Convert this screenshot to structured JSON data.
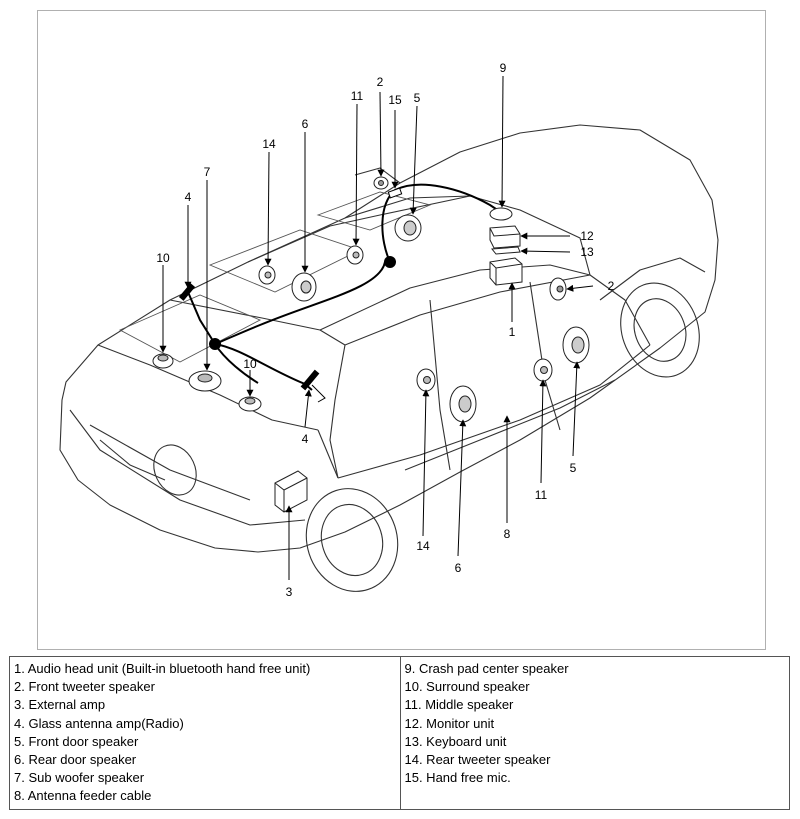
{
  "callouts": [
    {
      "id": "c2a",
      "text": "2"
    },
    {
      "id": "c15",
      "text": "15"
    },
    {
      "id": "c5a",
      "text": "5"
    },
    {
      "id": "c9",
      "text": "9"
    },
    {
      "id": "c11a",
      "text": "11"
    },
    {
      "id": "c6a",
      "text": "6"
    },
    {
      "id": "c14a",
      "text": "14"
    },
    {
      "id": "c7",
      "text": "7"
    },
    {
      "id": "c4a",
      "text": "4"
    },
    {
      "id": "c10a",
      "text": "10"
    },
    {
      "id": "c10b",
      "text": "10"
    },
    {
      "id": "c12",
      "text": "12"
    },
    {
      "id": "c13",
      "text": "13"
    },
    {
      "id": "c2b",
      "text": "2"
    },
    {
      "id": "c1",
      "text": "1"
    },
    {
      "id": "c4b",
      "text": "4"
    },
    {
      "id": "c5b",
      "text": "5"
    },
    {
      "id": "c11b",
      "text": "11"
    },
    {
      "id": "c8",
      "text": "8"
    },
    {
      "id": "c14b",
      "text": "14"
    },
    {
      "id": "c6b",
      "text": "6"
    },
    {
      "id": "c3",
      "text": "3"
    }
  ],
  "legend": {
    "left": [
      "1. Audio head unit (Built-in bluetooth hand free unit)",
      "2. Front tweeter speaker",
      "3. External amp",
      "4. Glass antenna amp(Radio)",
      "5. Front door speaker",
      "6. Rear door speaker",
      "7. Sub woofer speaker",
      "8. Antenna feeder cable"
    ],
    "right": [
      "9. Crash pad center speaker",
      "10. Surround speaker",
      "11. Middle speaker",
      "12. Monitor unit",
      "13. Keyboard unit",
      "14. Rear tweeter speaker",
      "15. Hand free mic."
    ]
  }
}
